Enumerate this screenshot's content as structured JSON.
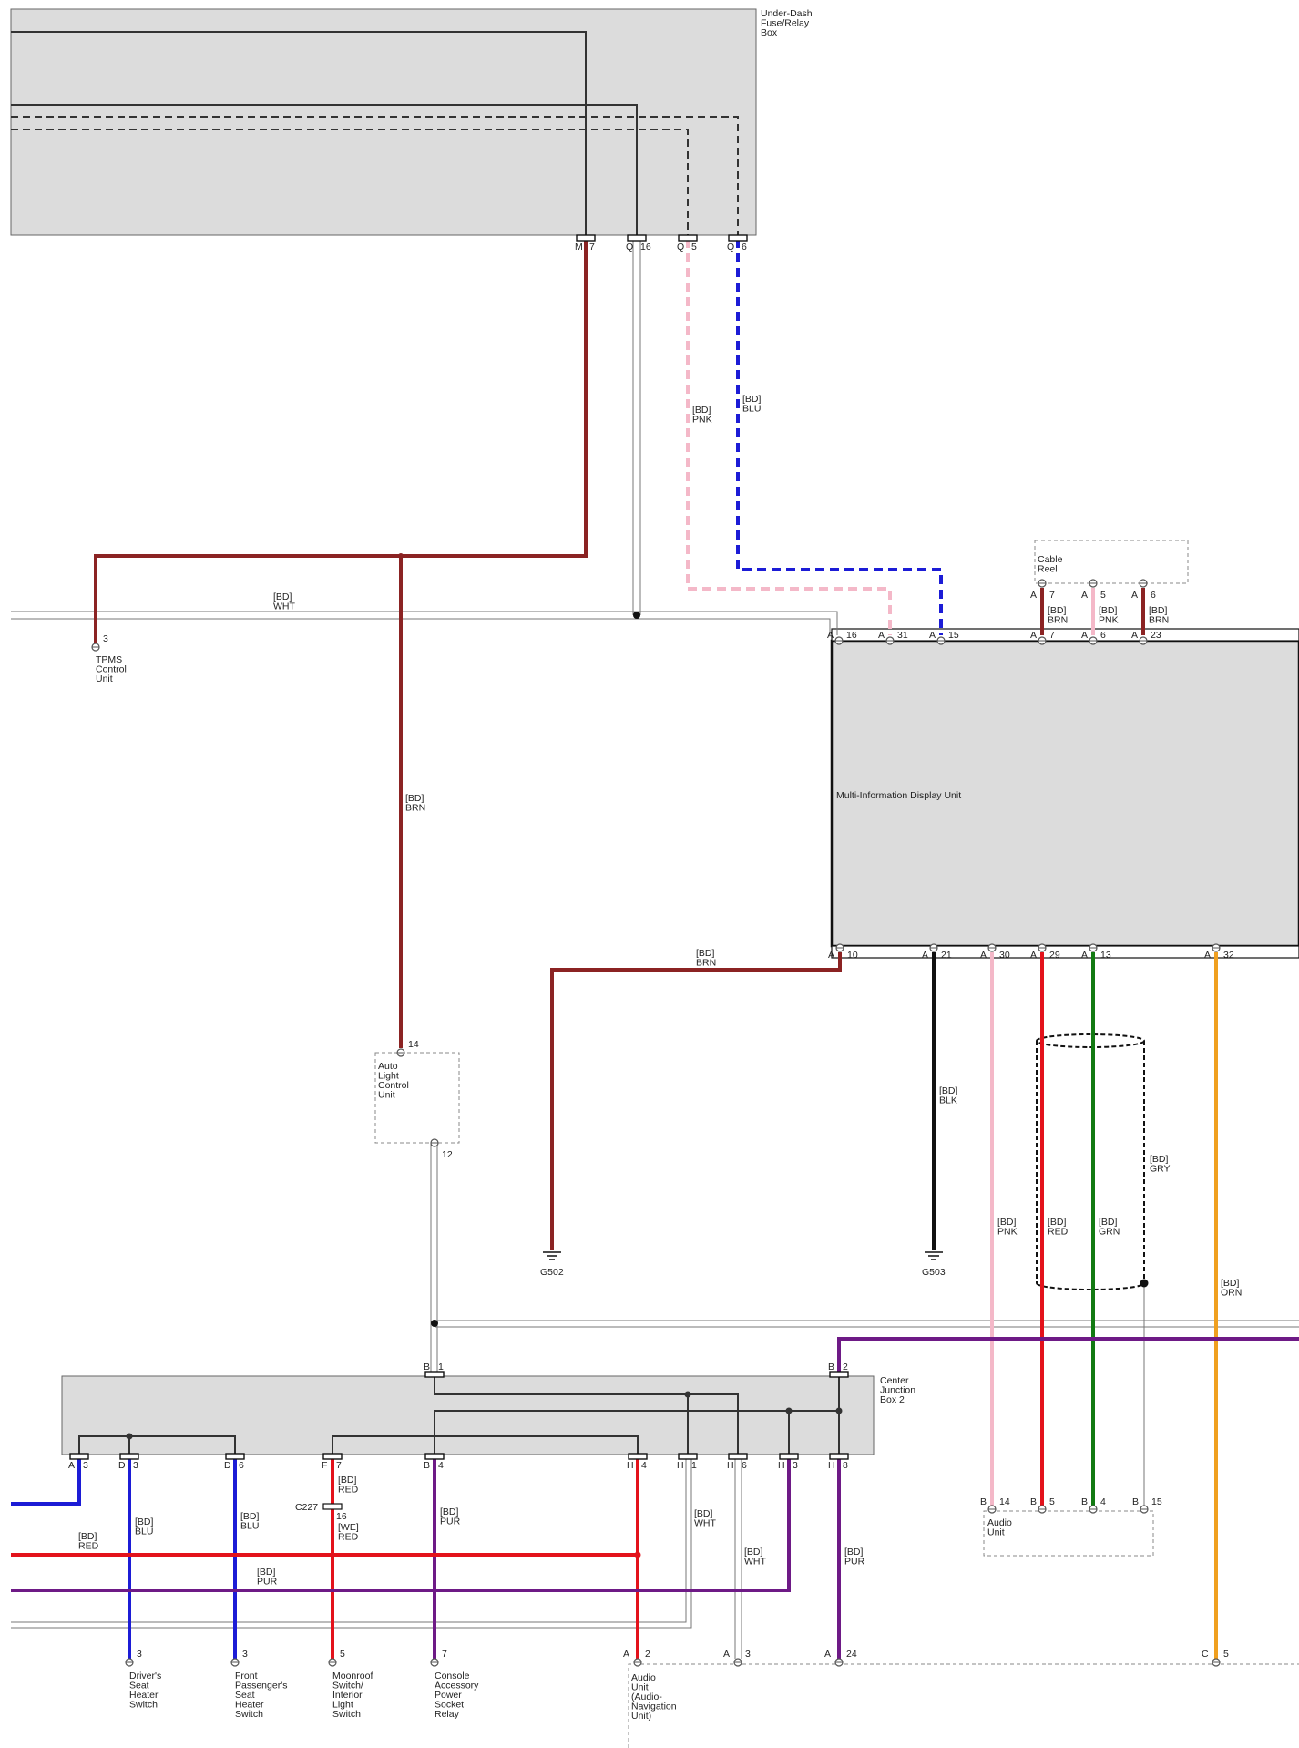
{
  "colors": {
    "box_fill": "#dcdcdc",
    "brn": "#8b2323",
    "blu": "#1c1cd6",
    "pnk": "#f4b8c8",
    "red": "#e3121b",
    "grn": "#127a12",
    "blk": "#111111",
    "orn": "#f0a020",
    "pur": "#6e1a86",
    "wht_outline": "#777777",
    "internal": "#333333"
  },
  "components": {
    "fuse_box": "Under-Dash\nFuse/Relay\nBox",
    "cable_reel": "Cable\nReel",
    "tpms": "TPMS\nControl\nUnit",
    "mid": "Multi-Information Display Unit",
    "auto_light": "Auto\nLight\nControl\nUnit",
    "cjb": "Center\nJunction\nBox 2",
    "audio_unit_b": "Audio\nUnit",
    "audio_nav": "Audio\nUnit\n(Audio-\nNavigation\nUnit)",
    "drivers_seat": "Driver's\nSeat\nHeater\nSwitch",
    "front_pass_seat": "Front\nPassenger's\nSeat\nHeater\nSwitch",
    "moonroof": "Moonroof\nSwitch/\nInterior\nLight\nSwitch",
    "console": "Console\nAccessory\nPower\nSocket\nRelay",
    "g502": "G502",
    "g503": "G503",
    "c227": "C227"
  },
  "connectors": {
    "fuse": [
      {
        "letter": "M",
        "num": "7"
      },
      {
        "letter": "Q",
        "num": "16"
      },
      {
        "letter": "Q",
        "num": "5"
      },
      {
        "letter": "Q",
        "num": "6"
      }
    ],
    "cable_reel": [
      {
        "letter": "A",
        "num": "7"
      },
      {
        "letter": "A",
        "num": "5"
      },
      {
        "letter": "A",
        "num": "6"
      }
    ],
    "mid_top": [
      {
        "letter": "A",
        "num": "16"
      },
      {
        "letter": "A",
        "num": "31"
      },
      {
        "letter": "A",
        "num": "15"
      },
      {
        "letter": "A",
        "num": "7"
      },
      {
        "letter": "A",
        "num": "6"
      },
      {
        "letter": "A",
        "num": "23"
      }
    ],
    "mid_bottom": [
      {
        "letter": "A",
        "num": "10"
      },
      {
        "letter": "A",
        "num": "21"
      },
      {
        "letter": "A",
        "num": "30"
      },
      {
        "letter": "A",
        "num": "29"
      },
      {
        "letter": "A",
        "num": "13"
      },
      {
        "letter": "A",
        "num": "32"
      }
    ],
    "tpms": "3",
    "auto_light_top": "14",
    "auto_light_bottom": "12",
    "cjb_top": [
      {
        "letter": "B",
        "num": "1"
      },
      {
        "letter": "B",
        "num": "2"
      }
    ],
    "cjb_bottom": [
      {
        "letter": "A",
        "num": "3"
      },
      {
        "letter": "D",
        "num": "3"
      },
      {
        "letter": "D",
        "num": "6"
      },
      {
        "letter": "F",
        "num": "7"
      },
      {
        "letter": "B",
        "num": "4"
      },
      {
        "letter": "H",
        "num": "4"
      },
      {
        "letter": "H",
        "num": "1"
      },
      {
        "letter": "H",
        "num": "6"
      },
      {
        "letter": "H",
        "num": "3"
      },
      {
        "letter": "H",
        "num": "8"
      }
    ],
    "c227_num": "16",
    "audio_b": [
      {
        "letter": "B",
        "num": "14"
      },
      {
        "letter": "B",
        "num": "5"
      },
      {
        "letter": "B",
        "num": "4"
      },
      {
        "letter": "B",
        "num": "15"
      }
    ],
    "bottom_row": [
      {
        "letter": "",
        "num": "3"
      },
      {
        "letter": "",
        "num": "3"
      },
      {
        "letter": "",
        "num": "5"
      },
      {
        "letter": "",
        "num": "7"
      },
      {
        "letter": "A",
        "num": "2"
      },
      {
        "letter": "A",
        "num": "3"
      },
      {
        "letter": "A",
        "num": "24"
      },
      {
        "letter": "C",
        "num": "5"
      }
    ]
  },
  "wire_labels": {
    "q5_pnk": "[BD]\nPNK",
    "q6_blu": "[BD]\nBLU",
    "wht_main": "[BD]\nWHT",
    "brn_vert": "[BD]\nBRN",
    "cr_brn1": "[BD]\nBRN",
    "cr_pnk": "[BD]\nPNK",
    "cr_brn2": "[BD]\nBRN",
    "mid_brn_ground": "[BD]\nBRN",
    "blk": "[BD]\nBLK",
    "gry": "[BD]\nGRY",
    "pnk_low": "[BD]\nPNK",
    "red_low": "[BD]\nRED",
    "grn_low": "[BD]\nGRN",
    "orn": "[BD]\nORN",
    "red_left": "[BD]\nRED",
    "blu_d3": "[BD]\nBLU",
    "blu_d6": "[BD]\nBLU",
    "pur_left": "[BD]\nPUR",
    "f7_red": "[BD]\nRED",
    "we_red": "[WE]\nRED",
    "b4_pur": "[BD]\nPUR",
    "h1_wht": "[BD]\nWHT",
    "h6_wht": "[BD]\nWHT",
    "h8_pur": "[BD]\nPUR"
  }
}
